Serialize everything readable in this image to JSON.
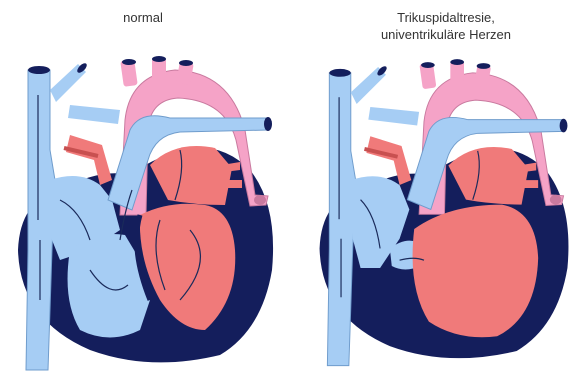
{
  "labels": {
    "left": "normal",
    "right_line1": "Trikuspidaltresie,",
    "right_line2": "univentrikuläre Herzen"
  },
  "colors": {
    "deoxygenated_blue": "#a6cdf4",
    "oxygenated_red": "#f07a7a",
    "aorta_pink": "#f5a3c7",
    "muscle_navy": "#141e5c",
    "arrow": "#1a2a5a"
  }
}
